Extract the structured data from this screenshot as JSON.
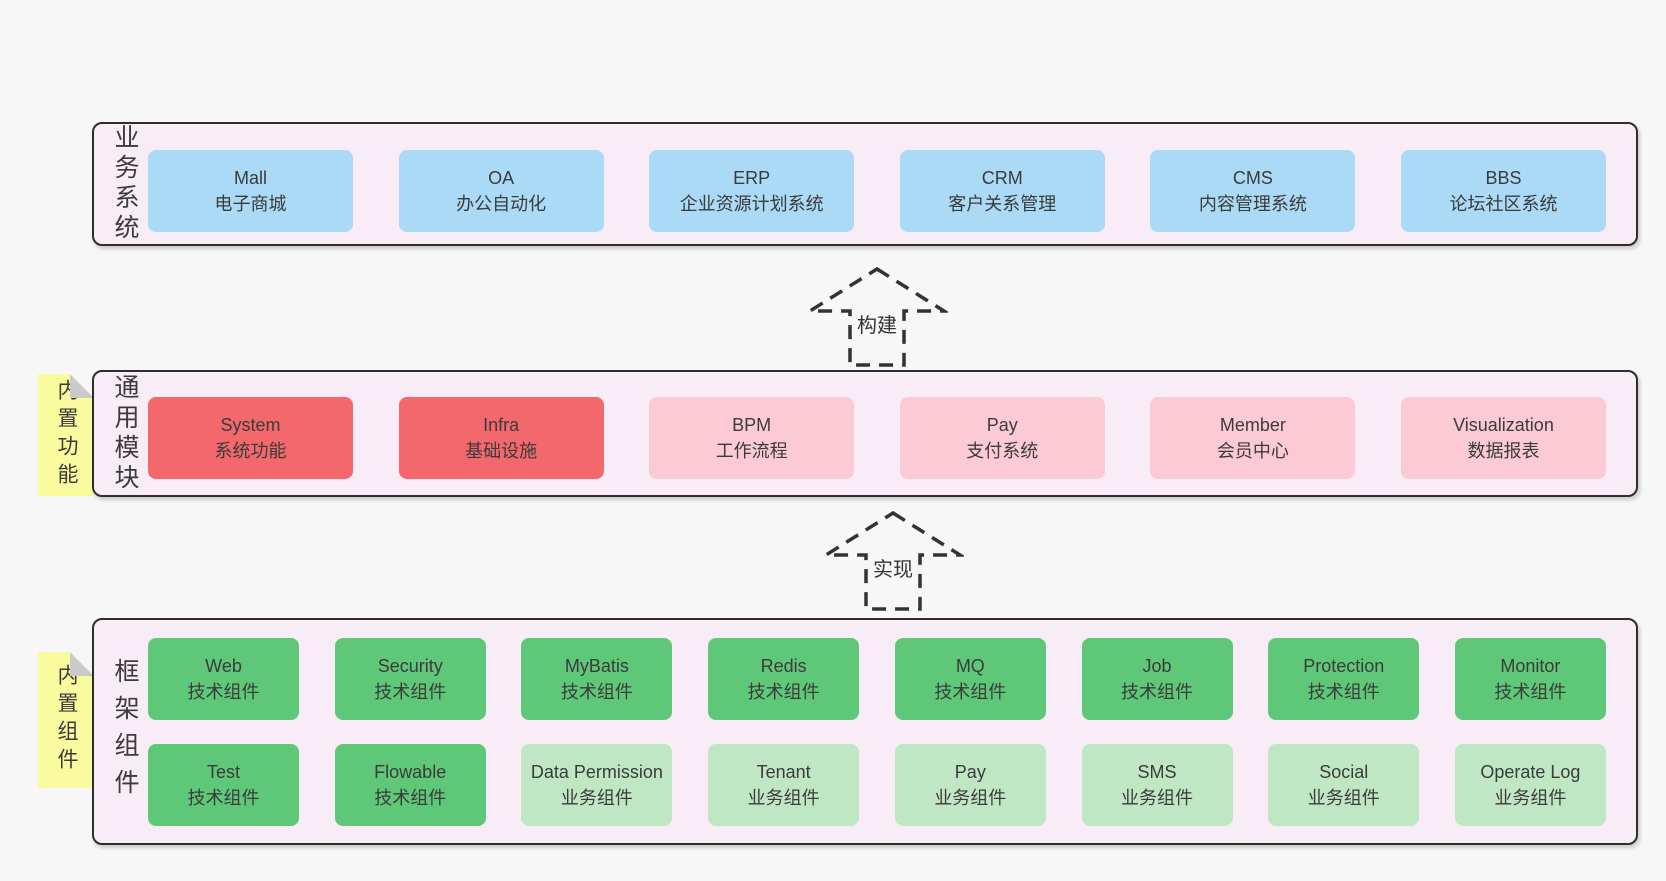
{
  "colors": {
    "page_bg": "#f7f7f7",
    "panel_bg": "#f8edf7",
    "panel_border": "#2e2e2e",
    "blue": "#aadaf5",
    "red": "#f3686d",
    "pink": "#fccad4",
    "green": "#5fc878",
    "lightgreen": "#c0e7c3",
    "note_yellow": "#fafa9e",
    "note_fold_gray": "#cacaca",
    "text": "#3b3b3b"
  },
  "arrows": [
    {
      "label": "构建"
    },
    {
      "label": "实现"
    }
  ],
  "layers": {
    "business": {
      "side_label": "业务系统",
      "boxes": [
        {
          "title": "Mall",
          "subtitle": "电子商城",
          "variant": "blue"
        },
        {
          "title": "OA",
          "subtitle": "办公自动化",
          "variant": "blue"
        },
        {
          "title": "ERP",
          "subtitle": "企业资源计划系统",
          "variant": "blue"
        },
        {
          "title": "CRM",
          "subtitle": "客户关系管理",
          "variant": "blue"
        },
        {
          "title": "CMS",
          "subtitle": "内容管理系统",
          "variant": "blue"
        },
        {
          "title": "BBS",
          "subtitle": "论坛社区系统",
          "variant": "blue"
        }
      ]
    },
    "modules": {
      "side_label": "通用模块",
      "note_label": "内置功能",
      "boxes": [
        {
          "title": "System",
          "subtitle": "系统功能",
          "variant": "red"
        },
        {
          "title": "Infra",
          "subtitle": "基础设施",
          "variant": "red"
        },
        {
          "title": "BPM",
          "subtitle": "工作流程",
          "variant": "pink"
        },
        {
          "title": "Pay",
          "subtitle": "支付系统",
          "variant": "pink"
        },
        {
          "title": "Member",
          "subtitle": "会员中心",
          "variant": "pink"
        },
        {
          "title": "Visualization",
          "subtitle": "数据报表",
          "variant": "pink"
        }
      ]
    },
    "components": {
      "side_label": "框架组件",
      "note_label": "内置组件",
      "rows": [
        [
          {
            "title": "Web",
            "subtitle": "技术组件",
            "variant": "green"
          },
          {
            "title": "Security",
            "subtitle": "技术组件",
            "variant": "green"
          },
          {
            "title": "MyBatis",
            "subtitle": "技术组件",
            "variant": "green"
          },
          {
            "title": "Redis",
            "subtitle": "技术组件",
            "variant": "green"
          },
          {
            "title": "MQ",
            "subtitle": "技术组件",
            "variant": "green"
          },
          {
            "title": "Job",
            "subtitle": "技术组件",
            "variant": "green"
          },
          {
            "title": "Protection",
            "subtitle": "技术组件",
            "variant": "green"
          },
          {
            "title": "Monitor",
            "subtitle": "技术组件",
            "variant": "green"
          }
        ],
        [
          {
            "title": "Test",
            "subtitle": "技术组件",
            "variant": "green"
          },
          {
            "title": "Flowable",
            "subtitle": "技术组件",
            "variant": "green"
          },
          {
            "title": "Data Permission",
            "subtitle": "业务组件",
            "variant": "lightgreen"
          },
          {
            "title": "Tenant",
            "subtitle": "业务组件",
            "variant": "lightgreen"
          },
          {
            "title": "Pay",
            "subtitle": "业务组件",
            "variant": "lightgreen"
          },
          {
            "title": "SMS",
            "subtitle": "业务组件",
            "variant": "lightgreen"
          },
          {
            "title": "Social",
            "subtitle": "业务组件",
            "variant": "lightgreen"
          },
          {
            "title": "Operate Log",
            "subtitle": "业务组件",
            "variant": "lightgreen"
          }
        ]
      ]
    }
  }
}
